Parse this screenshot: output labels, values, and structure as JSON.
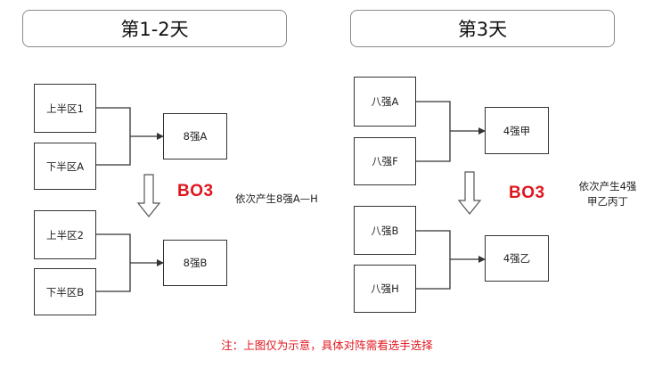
{
  "left_panel": {
    "title": "第1-2天",
    "group1": {
      "top": "上半区1",
      "bottom": "下半区A",
      "result": "8强A"
    },
    "group2": {
      "top": "上半区2",
      "bottom": "下半区B",
      "result": "8强B"
    },
    "bo3": "BO3",
    "note": "依次产生8强A—H"
  },
  "right_panel": {
    "title": "第3天",
    "group1": {
      "top": "八强A",
      "bottom": "八强F",
      "result": "4强甲"
    },
    "group2": {
      "top": "八强B",
      "bottom": "八强H",
      "result": "4强乙"
    },
    "bo3": "BO3",
    "note_line1": "依次产生4强",
    "note_line2": "甲乙丙丁"
  },
  "footer_note": "注：上图仅为示意，具体对阵需看选手选择"
}
